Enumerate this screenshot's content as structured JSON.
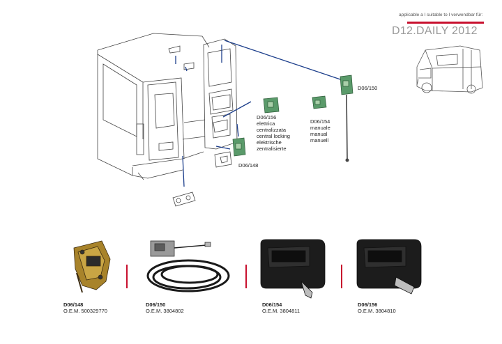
{
  "header": {
    "applicable_text": "applicable a I suitable to I verwendbar für:",
    "model": "D12.DAILY 2012"
  },
  "diagram_labels": {
    "d06_150": "D06/150",
    "d06_148": "D06/148",
    "d06_156": [
      "D06/156",
      "elettrica",
      "centralizzata",
      "central locking",
      "elektrische",
      "zentralisierte"
    ],
    "d06_154": [
      "D06/154",
      "manuale",
      "manual",
      "manuell"
    ]
  },
  "products": [
    {
      "code": "D06/148",
      "oem": "O.E.M. 500329770"
    },
    {
      "code": "D06/150",
      "oem": "O.E.M. 3804802"
    },
    {
      "code": "D06/154",
      "oem": "O.E.M. 3804811"
    },
    {
      "code": "D06/156",
      "oem": "O.E.M. 3804810"
    }
  ],
  "colors": {
    "accent": "#c8102e",
    "leader": "#1d3f8c",
    "part_green": "#5a9a6a"
  }
}
